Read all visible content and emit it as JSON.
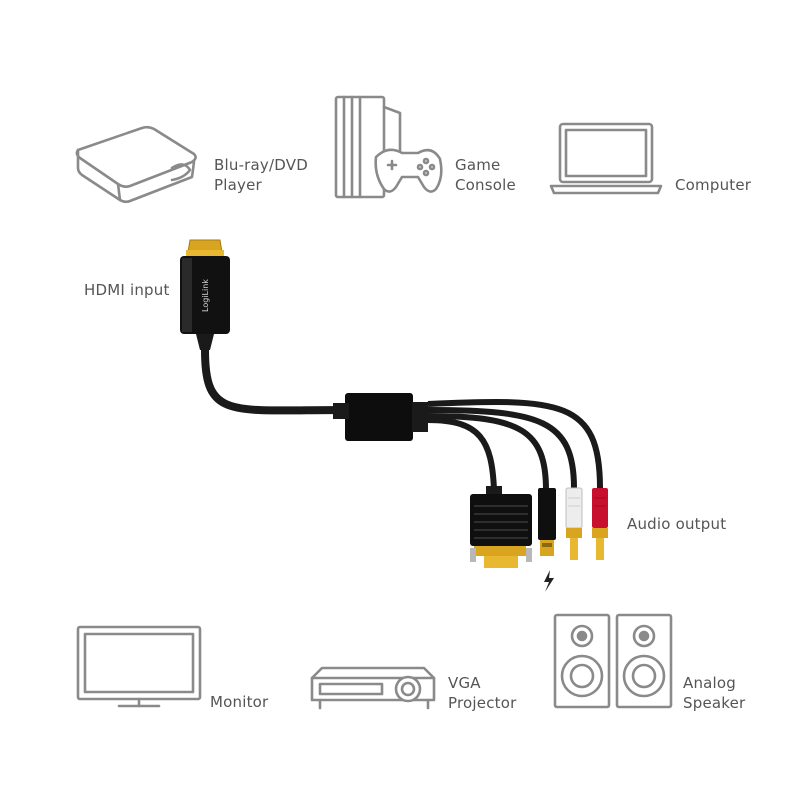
{
  "colors": {
    "icon_stroke": "#8a8a8a",
    "cable": "#1a1a1a",
    "gold": "#d9a520",
    "red_plug": "#c8102e",
    "white_plug": "#ededed",
    "label_text": "#555555"
  },
  "sources": {
    "bluray": {
      "icon": "bluray-player-icon",
      "line1": "Blu-ray/DVD",
      "line2": "Player"
    },
    "console": {
      "icon": "game-console-icon",
      "line1": "Game",
      "line2": "Console"
    },
    "computer": {
      "icon": "laptop-icon",
      "line1": "Computer"
    }
  },
  "adapter": {
    "input_label": "HDMI input",
    "brand": "LogiLink",
    "audio_label": "Audio output",
    "power_icon": "lightning-bolt-icon"
  },
  "outputs": {
    "monitor": {
      "icon": "monitor-icon",
      "line1": "Monitor"
    },
    "projector": {
      "icon": "projector-icon",
      "line1": "VGA",
      "line2": "Projector"
    },
    "speaker": {
      "icon": "speaker-icon",
      "line1": "Analog",
      "line2": "Speaker"
    }
  }
}
